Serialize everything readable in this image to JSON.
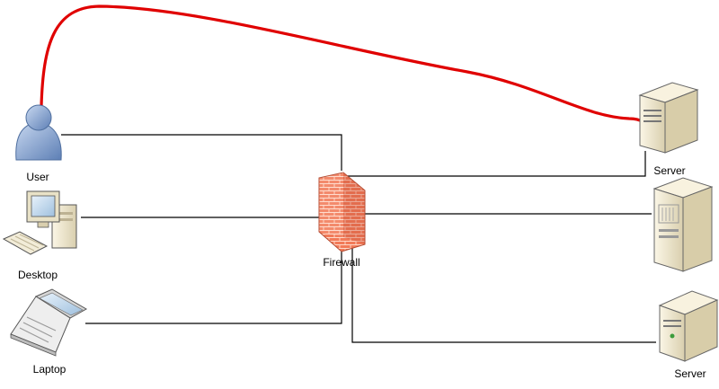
{
  "nodes": {
    "user": {
      "label": "User",
      "icon": "user-icon"
    },
    "desktop": {
      "label": "Desktop",
      "icon": "desktop-computer-icon"
    },
    "laptop": {
      "label": "Laptop",
      "icon": "laptop-icon"
    },
    "firewall": {
      "label": "Firewall",
      "icon": "firewall-brick-wall-icon"
    },
    "server_top": {
      "label": "Server",
      "icon": "server-icon"
    },
    "server_middle": {
      "label": "",
      "icon": "server-tower-icon"
    },
    "server_bottom": {
      "label": "Server",
      "icon": "server-icon"
    }
  },
  "colors": {
    "connection": "#000000",
    "bypass_path": "#e00000",
    "user_body": "#7f9fcf",
    "firewall_brick": "#f07050",
    "server_case": "#efe6c9"
  }
}
